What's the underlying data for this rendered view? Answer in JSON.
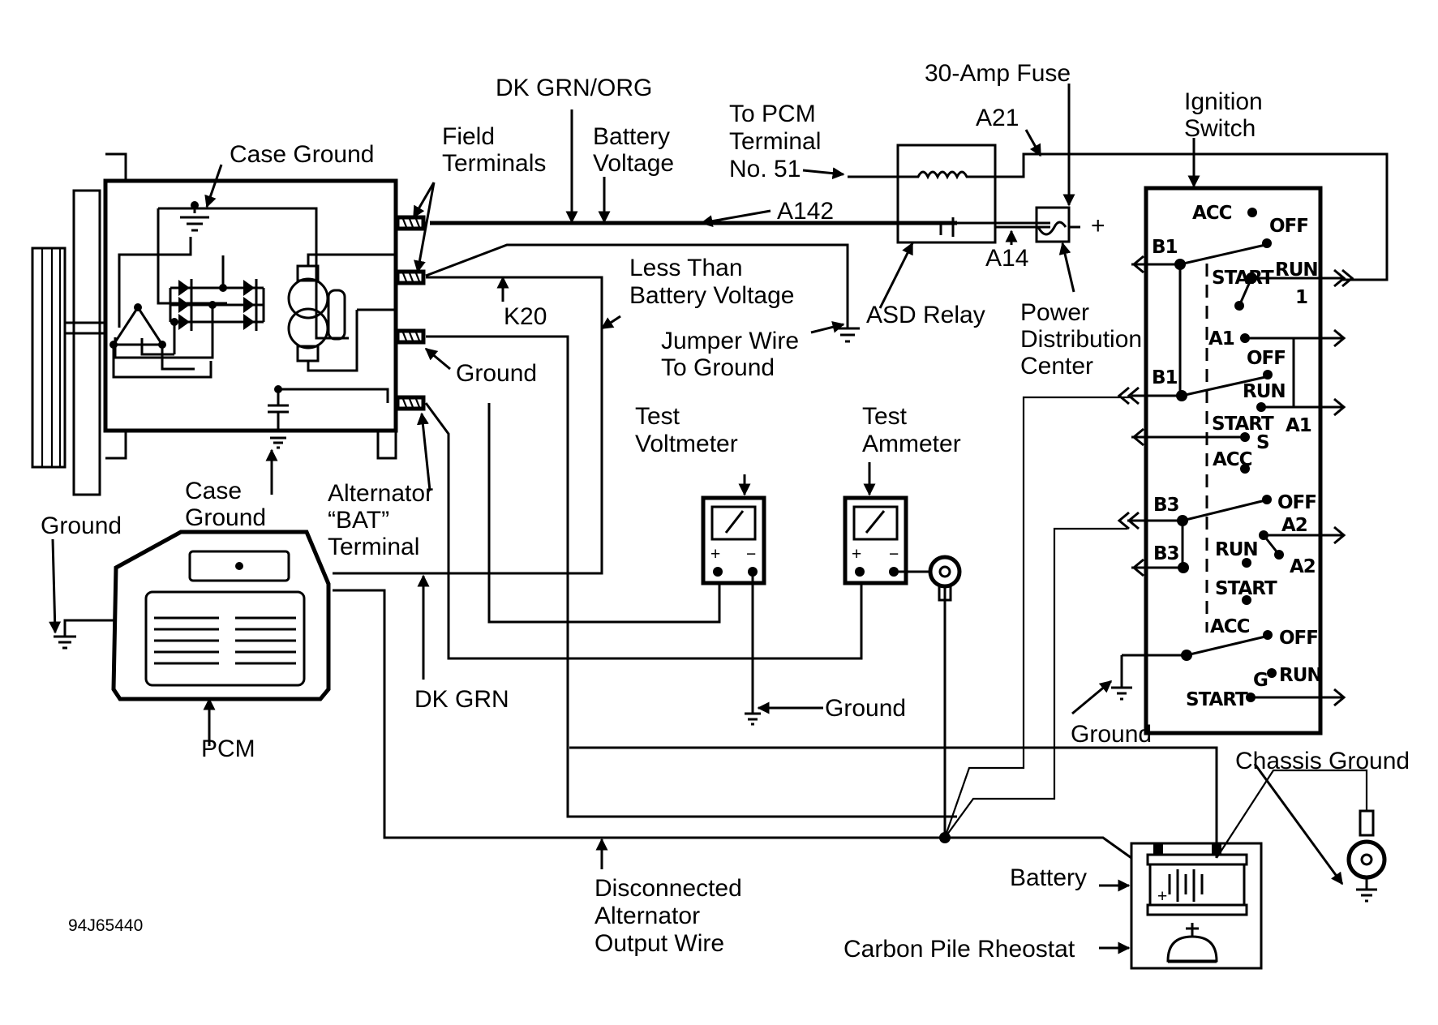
{
  "figure_id": "94J65440",
  "components": {
    "alternator": {
      "case_ground_label": "Case Ground",
      "field_terminals_label": "Field\nTerminals",
      "ground_label": "Ground",
      "bat_terminal_label": "Alternator\n“BAT”\nTerminal",
      "lower_case_ground_label": "Case\nGround"
    },
    "pcm": {
      "label": "PCM",
      "ground_label": "Ground"
    },
    "asd_relay": {
      "label": "ASD Relay"
    },
    "fuse": {
      "label": "30-Amp Fuse",
      "plus_sign": "+"
    },
    "pdc": {
      "label": "Power\nDistribution\nCenter"
    },
    "ignition_switch": {
      "label": "Ignition\nSwitch",
      "contacts": [
        "ACC",
        "OFF",
        "B1",
        "START",
        "RUN",
        "1",
        "A1",
        "OFF",
        "B1",
        "RUN",
        "START",
        "A1",
        "S",
        "ACC",
        "B3",
        "OFF",
        "A2",
        "B3",
        "RUN",
        "A2",
        "START",
        "ACC",
        "OFF",
        "G",
        "RUN",
        "START"
      ]
    },
    "test_voltmeter": {
      "label": "Test\nVoltmeter",
      "plus": "+",
      "minus": "−"
    },
    "test_ammeter": {
      "label": "Test\nAmmeter",
      "plus": "+",
      "minus": "−"
    },
    "battery": {
      "label": "Battery"
    },
    "rheostat": {
      "label": "Carbon Pile Rheostat"
    }
  },
  "wire_labels": {
    "dk_grn_org": "DK GRN/ORG",
    "battery_voltage": "Battery\nVoltage",
    "to_pcm_terminal": "To PCM\nTerminal\nNo. 51",
    "a142": "A142",
    "a21": "A21",
    "a14": "A14",
    "k20": "K20",
    "less_than_battery_voltage": "Less Than\nBattery Voltage",
    "jumper_wire": "Jumper Wire\nTo Ground",
    "dk_grn": "DK GRN",
    "meter_ground": "Ground",
    "switch_ground": "Ground",
    "chassis_ground": "Chassis Ground",
    "disconnected_output": "Disconnected\nAlternator\nOutput Wire"
  }
}
